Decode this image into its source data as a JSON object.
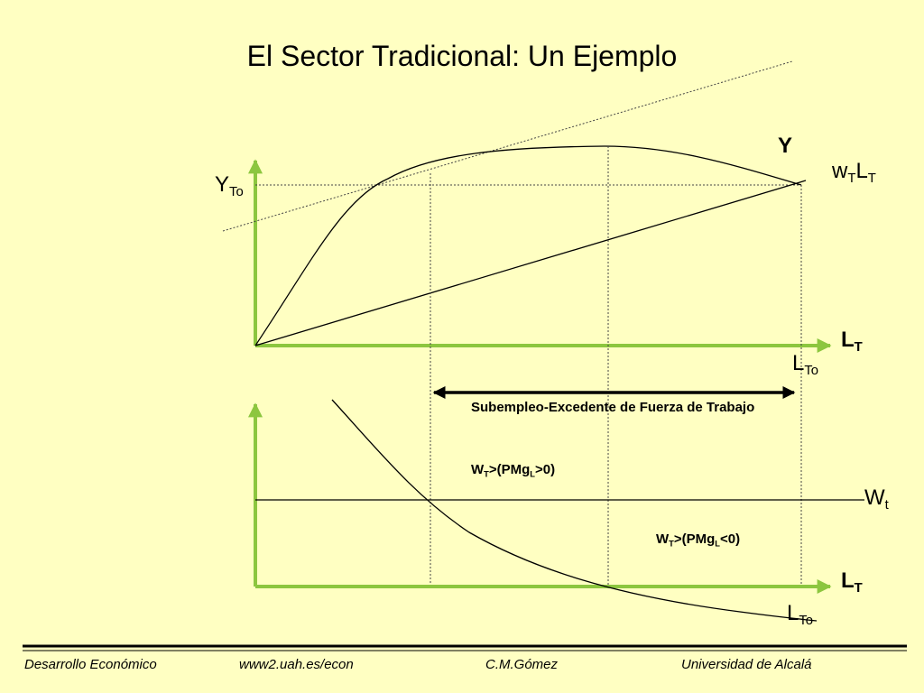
{
  "slide": {
    "title": "El Sector Tradicional: Un Ejemplo"
  },
  "top_chart": {
    "y_axis_label": "Y",
    "y_level_label": {
      "base": "Y",
      "sub": "To"
    },
    "wage_line_label": {
      "a": "w",
      "a_sub": "T",
      "b": "L",
      "b_sub": "T"
    },
    "x_axis_label": {
      "base": "L",
      "sub": "T"
    },
    "x_level_label": {
      "base": "L",
      "sub": "To"
    }
  },
  "middle": {
    "surplus_label": "Subempleo-Excedente de Fuerza de Trabajo"
  },
  "bottom_chart": {
    "note_positive": {
      "a": "W",
      "a_sub": "T",
      "mid": ">(PMg",
      "b_sub": "L",
      "end": ">0)"
    },
    "note_negative": {
      "a": "W",
      "a_sub": "T",
      "mid": ">(PMg",
      "b_sub": "L",
      "end": "<0)"
    },
    "wage_label": {
      "base": "W",
      "sub": "t"
    },
    "x_axis_label": {
      "base": "L",
      "sub": "T"
    },
    "x_level_label": {
      "base": "L",
      "sub": "To"
    }
  },
  "footer": {
    "course": "Desarrollo Económico",
    "url": "www2.uah.es/econ",
    "author": "C.M.Gómez",
    "university": "Universidad de Alcalá"
  },
  "colors": {
    "background": "#FFFFC2",
    "axis": "#8CC63F",
    "line": "#000000"
  }
}
